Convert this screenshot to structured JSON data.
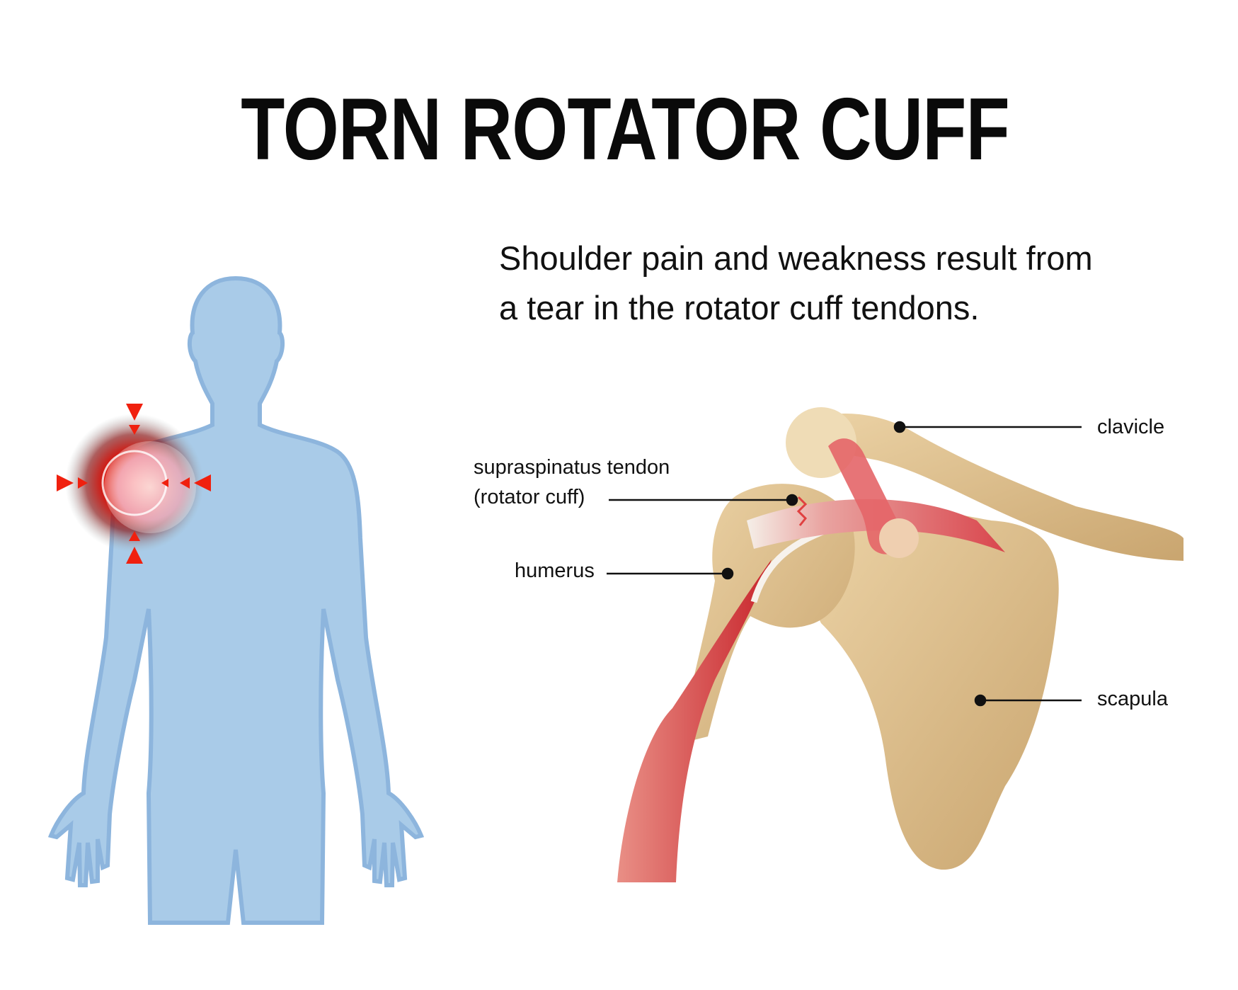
{
  "title": "TORN ROTATOR CUFF",
  "subtitle": {
    "line1": "Shoulder pain and weakness result from",
    "line2": "a tear in the rotator cuff tendons."
  },
  "labels": {
    "clavicle": "clavicle",
    "supraspinatus_line1": "supraspinatus tendon",
    "supraspinatus_line2": "(rotator cuff)",
    "humerus": "humerus",
    "scapula": "scapula"
  },
  "colors": {
    "body": "#a9cbe8",
    "body_outline": "#8db5dd",
    "pain": "#e01e10",
    "bone": "#d9b986",
    "muscle": "#d9575a"
  }
}
